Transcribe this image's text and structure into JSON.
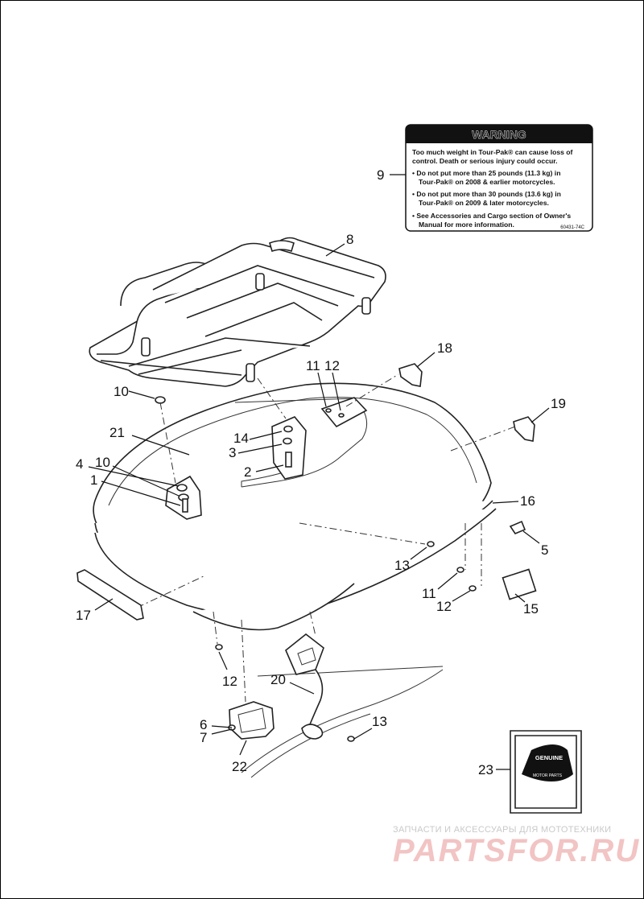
{
  "warning_label": {
    "title": "WARNING",
    "lines": [
      "Too much weight in Tour-Pak® can cause loss of",
      "control. Death or serious injury could occur.",
      "• Do not put more than 25 pounds (11.3 kg) in",
      "  Tour-Pak® on 2008 & earlier motorcycles.",
      "• Do not put more than 30 pounds (13.6 kg) in",
      "  Tour-Pak® on 2009 & later motorcycles.",
      "• See Accessories and Cargo section of Owner's",
      "  Manual for more information."
    ],
    "code": "60431-74C"
  },
  "callouts": {
    "c1": "1",
    "c2": "2",
    "c3": "3",
    "c4": "4",
    "c5": "5",
    "c6": "6",
    "c7": "7",
    "c8": "8",
    "c9": "9",
    "c10a": "10",
    "c10b": "10",
    "c11a": "11",
    "c11b": "11",
    "c12a": "12",
    "c12b": "12",
    "c12c": "12",
    "c13a": "13",
    "c13b": "13",
    "c14": "14",
    "c15": "15",
    "c16": "16",
    "c17": "17",
    "c18": "18",
    "c19": "19",
    "c20": "20",
    "c21": "21",
    "c22": "22",
    "c23": "23"
  },
  "kit_box": {
    "top": "GENUINE",
    "bottom": "MOTOR PARTS"
  },
  "watermark": {
    "tagline": "ЗАПЧАСТИ И АКСЕССУАРЫ ДЛЯ МОТОТЕХНИКИ",
    "brand": "PARTSFOR.RU"
  }
}
